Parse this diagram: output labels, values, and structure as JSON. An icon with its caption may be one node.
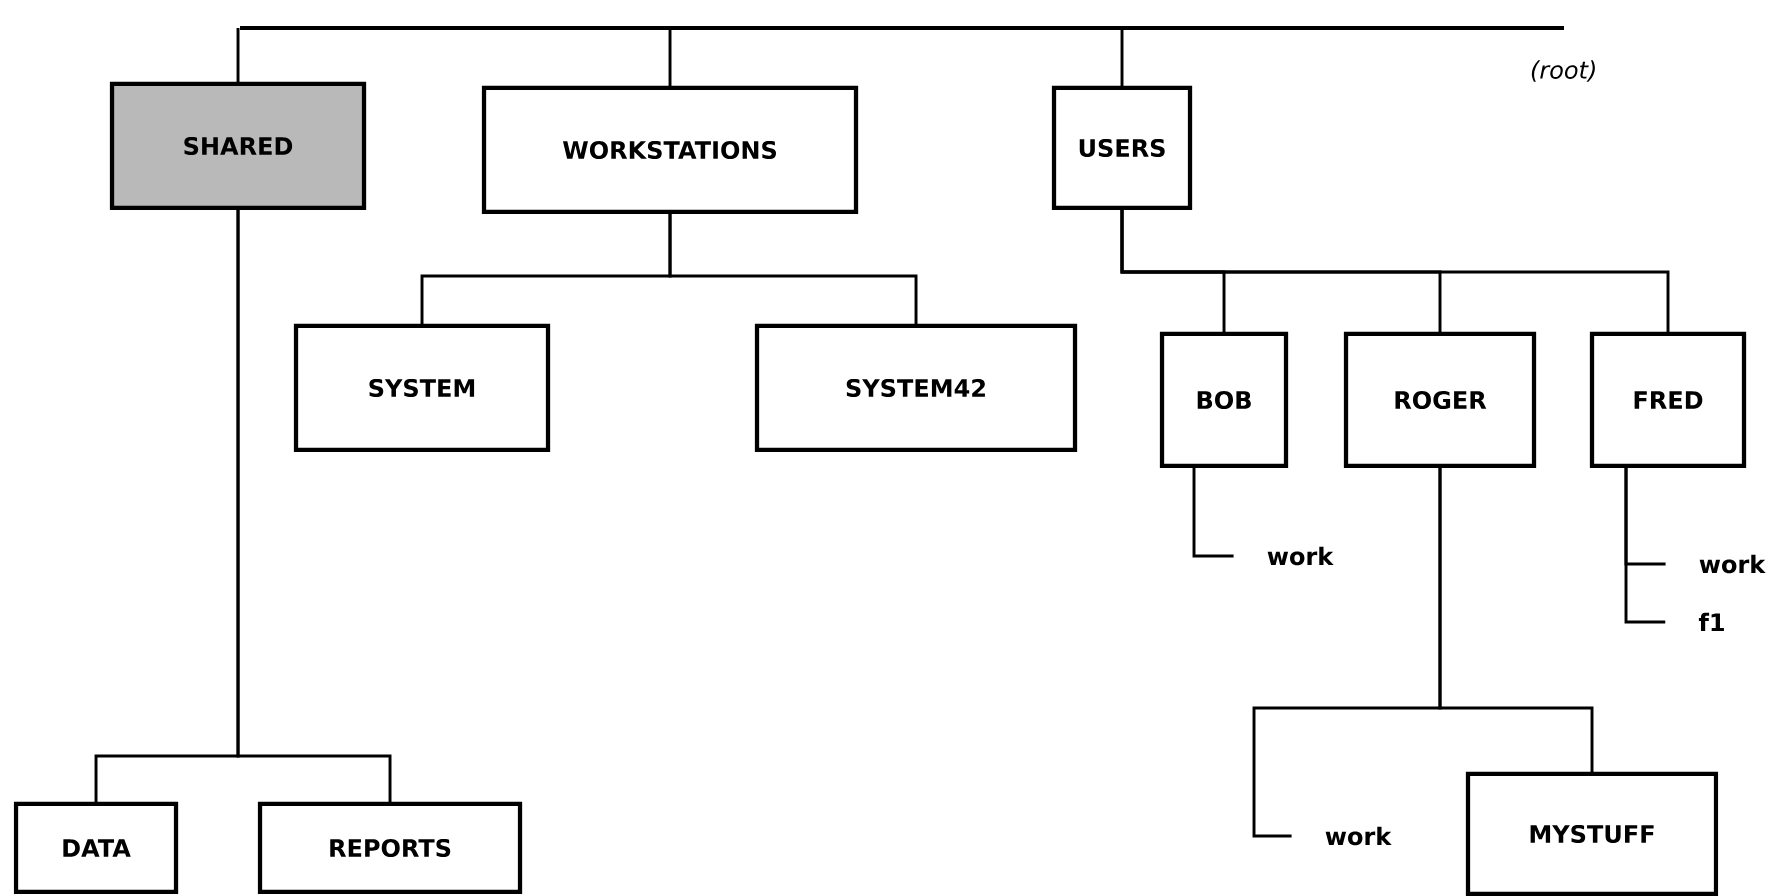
{
  "diagram": {
    "nodes": [
      {
        "text": [],
        "shape": "bar",
        "beside": [
          "(root)"
        ]
      },
      {
        "text": [
          "SHARED"
        ]
      },
      {
        "text": [
          "WORKSTATIONS"
        ]
      },
      {
        "text": [
          "USERS"
        ]
      },
      {
        "text": [
          "SYSTEM"
        ]
      },
      {
        "text": [
          "SYSTEM42"
        ]
      },
      {
        "text": [
          "BOB"
        ]
      },
      {
        "text": [
          "ROGER"
        ]
      },
      {
        "text": [
          "FRED"
        ]
      },
      {
        "text": [
          "work"
        ]
      },
      {
        "text": [
          "work"
        ]
      },
      {
        "text": [
          "f1"
        ]
      },
      {
        "text": [
          "work"
        ]
      },
      {
        "text": [
          "MYSTUFF"
        ]
      },
      {
        "text": [
          "DATA"
        ]
      },
      {
        "text": [
          "REPORTS"
        ]
      }
    ],
    "edges": [
      {
        "from": 0,
        "to": 1,
        "arrow": "none"
      },
      {
        "from": 0,
        "to": 2,
        "arrow": "none"
      },
      {
        "from": 0,
        "to": 3,
        "arrow": "none"
      },
      {
        "from": 2,
        "to": 4,
        "arrow": "none"
      },
      {
        "from": 2,
        "to": 5,
        "arrow": "none"
      },
      {
        "from": 3,
        "to": 6,
        "arrow": "none"
      },
      {
        "from": 3,
        "to": 7,
        "arrow": "none"
      },
      {
        "from": 3,
        "to": 8,
        "arrow": "none"
      },
      {
        "from": 6,
        "to": 9,
        "arrow": "none"
      },
      {
        "from": 8,
        "to": 10,
        "arrow": "none"
      },
      {
        "from": 8,
        "to": 11,
        "arrow": "none"
      },
      {
        "from": 7,
        "to": 12,
        "arrow": "none"
      },
      {
        "from": 7,
        "to": 13,
        "arrow": "none"
      },
      {
        "from": 1,
        "to": 14,
        "arrow": "none"
      },
      {
        "from": 1,
        "to": 15,
        "arrow": "none"
      }
    ]
  }
}
